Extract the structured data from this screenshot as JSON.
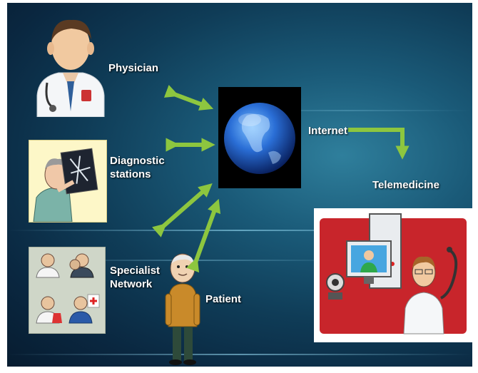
{
  "labels": {
    "physician": "Physician",
    "diagnostic_line1": "Diagnostic",
    "diagnostic_line2": "stations",
    "specialist_line1": "Specialist",
    "specialist_line2": "Network",
    "patient": "Patient",
    "internet": "Internet",
    "telemedicine": "Telemedicine"
  },
  "icons": {
    "physician": "doctor-icon",
    "diagnostic": "x-ray-technician-icon",
    "specialist": "specialist-group-icon",
    "patient": "patient-figure-icon",
    "internet": "globe-icon",
    "telemedicine": "telemedicine-workstation-icon"
  },
  "colors": {
    "arrow": "#8dc63f",
    "background": "#0f3c57",
    "telemedicine_panel": "#c8252b"
  }
}
